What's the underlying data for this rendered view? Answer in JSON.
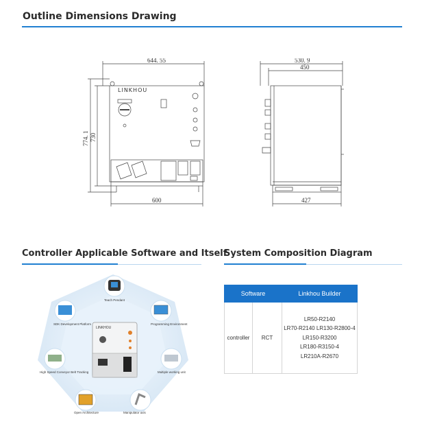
{
  "sections": {
    "outline": "Outline Dimensions Drawing",
    "software": "Controller Applicable Software and Itself",
    "system": "System Composition Diagram"
  },
  "drawing": {
    "front_width": "644. 55",
    "front_base_width": "600",
    "front_height_outer": "774. 1",
    "front_height_inner": "730",
    "side_width_outer": "530. 9",
    "side_width_inner": "450",
    "side_base_width": "427",
    "brand": "LINKHOU"
  },
  "diagram": {
    "center_brand": "LINKHOU",
    "nodes": [
      "Teach Pendant",
      "Programming Environment",
      "Multiple working unit",
      "Manipulator axis",
      "Open Architecture",
      "High Speed Conveyor Belt Tracking",
      "SDK Development Platform"
    ]
  },
  "table": {
    "headers": [
      "Software",
      "Linkhou Builder"
    ],
    "row_label": "controller",
    "row_value": "RCT",
    "models": [
      "LR50-R2140",
      "LR70-R2140 LR130-R2800-4",
      "LR150-R3200",
      "LR180-R3150-4",
      "LR210A-R2670"
    ]
  },
  "colors": {
    "accent": "#1f7fd1",
    "table_header": "#1a73c9",
    "hex_fill": "#dbe9f6"
  }
}
